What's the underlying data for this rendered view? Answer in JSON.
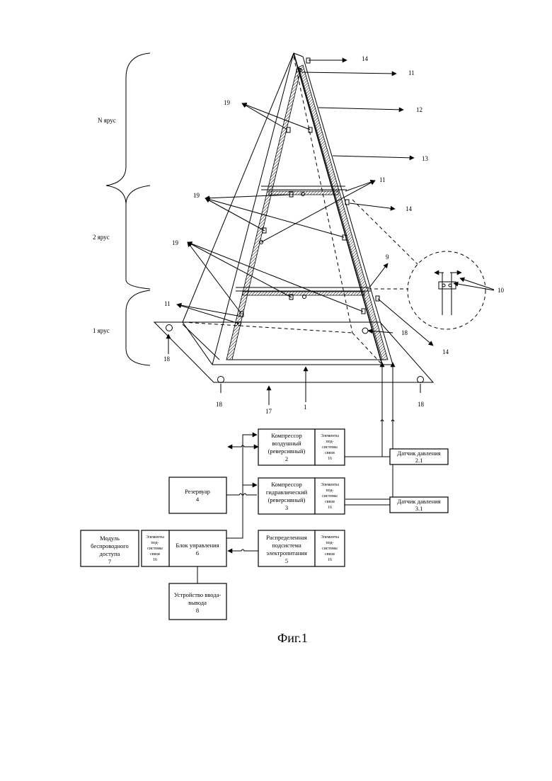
{
  "tiers": {
    "n": "N ярус",
    "second": "2 ярус",
    "first": "1 ярус"
  },
  "numbers": {
    "n1": "1",
    "n9": "9",
    "n10": "10",
    "n11": "11",
    "n12": "12",
    "n13": "13",
    "n14": "14",
    "n17": "17",
    "n18": "18",
    "n19": "19"
  },
  "blocks": {
    "compressor_air": [
      "Компрессор",
      "воздушный",
      "(реверсивный)",
      "2"
    ],
    "compressor_hydraulic": [
      "Компрессор",
      "гидравлический",
      "(реверсивный)",
      "3"
    ],
    "reservoir": [
      "Резервуар",
      "4"
    ],
    "power": [
      "Распределенная",
      "подсистема",
      "электропитания",
      "5"
    ],
    "control": [
      "Блок управления",
      "6"
    ],
    "wireless": [
      "Модуль",
      "беспроводного",
      "доступа",
      "7"
    ],
    "io": [
      "Устройство ввода-",
      "вывода",
      "8"
    ],
    "sensor_2": [
      "Датчик давления",
      "2.1"
    ],
    "sensor_3": [
      "Датчик давления",
      "3.1"
    ],
    "link_elements": [
      "Элементы",
      "под-",
      "системы",
      "связи",
      "16"
    ]
  },
  "caption": "Фиг.1",
  "icons": {
    "arrow": "arrow-icon",
    "wire_cross": "wire-crossover-icon",
    "anchor": "anchor-ring-icon"
  }
}
